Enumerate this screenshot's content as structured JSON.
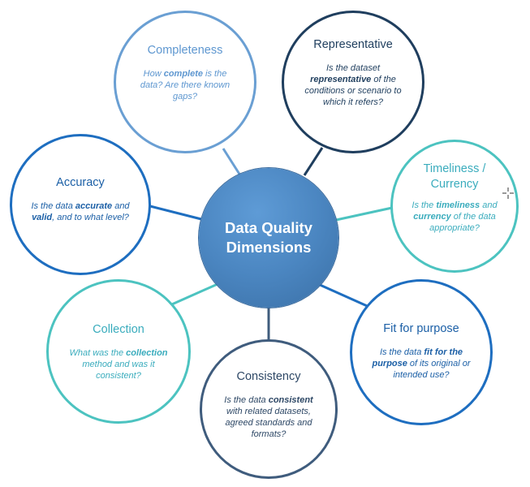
{
  "center": {
    "title_line1": "Data Quality",
    "title_line2": "Dimensions",
    "fill_color": "#4b86c1"
  },
  "nodes": {
    "completeness": {
      "title": "Completeness",
      "desc": [
        {
          "text": "How "
        },
        {
          "text": "complete",
          "bold": true
        },
        {
          "text": " is the data? Are there known gaps?"
        }
      ],
      "color": "#5e97d0"
    },
    "representative": {
      "title": "Representative",
      "desc": [
        {
          "text": "Is the dataset "
        },
        {
          "text": "representative",
          "bold": true
        },
        {
          "text": " of the conditions or scenario to which it refers?"
        }
      ],
      "color": "#1f3e5e"
    },
    "accuracy": {
      "title": "Accuracy",
      "desc": [
        {
          "text": "Is the data "
        },
        {
          "text": "accurate",
          "bold": true
        },
        {
          "text": " and "
        },
        {
          "text": "valid",
          "bold": true
        },
        {
          "text": ", and to what level?"
        }
      ],
      "color": "#1b5fa6"
    },
    "timeliness": {
      "title": "Timeliness / Currency",
      "desc": [
        {
          "text": "Is the "
        },
        {
          "text": "timeliness",
          "bold": true
        },
        {
          "text": " and "
        },
        {
          "text": "currency",
          "bold": true
        },
        {
          "text": " of the data appropriate?"
        }
      ],
      "color": "#3aacbd"
    },
    "collection": {
      "title": "Collection",
      "desc": [
        {
          "text": "What was the "
        },
        {
          "text": "collection",
          "bold": true
        },
        {
          "text": " method and was it consistent?"
        }
      ],
      "color": "#3aacbd"
    },
    "fit_for_purpose": {
      "title": "Fit for purpose",
      "desc": [
        {
          "text": "Is the data "
        },
        {
          "text": "fit for the purpose",
          "bold": true
        },
        {
          "text": " of its original or intended use?"
        }
      ],
      "color": "#1b5fa6"
    },
    "consistency": {
      "title": "Consistency",
      "desc": [
        {
          "text": "Is the data "
        },
        {
          "text": "consistent",
          "bold": true
        },
        {
          "text": " with related datasets, agreed standards and formats?"
        }
      ],
      "color": "#2e4866"
    }
  }
}
